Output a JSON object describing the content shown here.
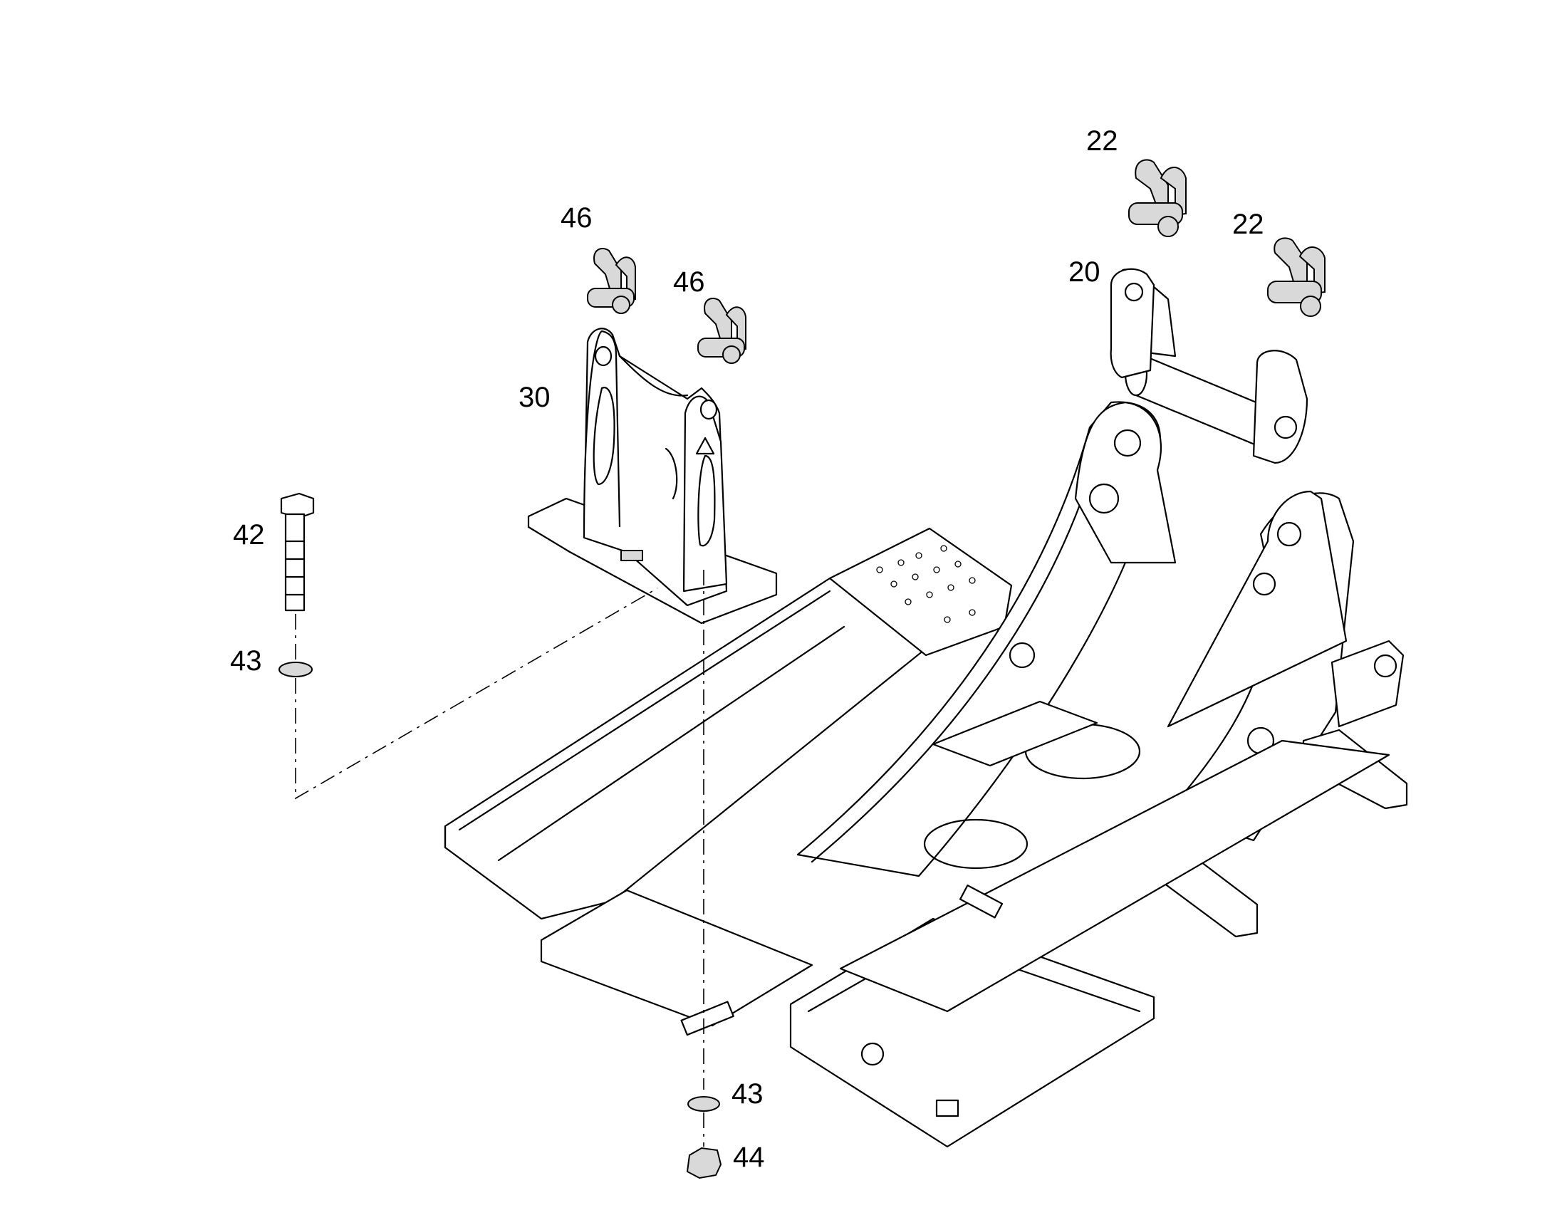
{
  "callouts": {
    "c22a": "22",
    "c22b": "22",
    "c20": "20",
    "c46a": "46",
    "c46b": "46",
    "c30": "30",
    "c42": "42",
    "c43a": "43",
    "c43b": "43",
    "c44": "44"
  }
}
